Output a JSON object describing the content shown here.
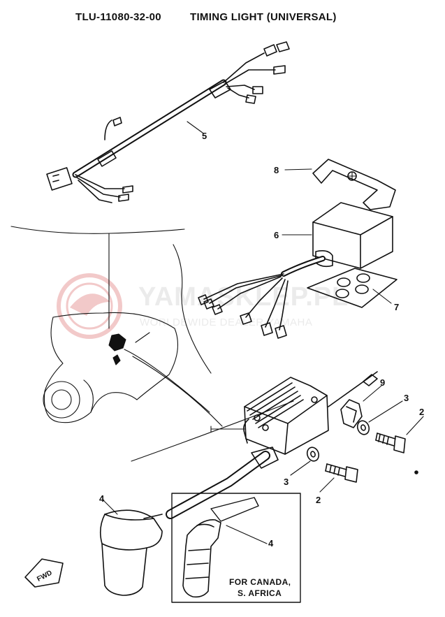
{
  "header": {
    "part_number": "TLU-11080-32-00",
    "title": "TIMING LIGHT (UNIVERSAL)"
  },
  "callouts": {
    "c1_wire_harness": "5",
    "c2_bracket": "8",
    "c3_control_unit": "6",
    "c4_plate": "7",
    "c5_clamp": "9",
    "c6_washer_upper": "3",
    "c7_bolt_upper": "2",
    "c8_washer_lower": "3",
    "c9_bolt_lower": "2",
    "c10_plug_cap": "4",
    "c11_plug_cap_alt": "4"
  },
  "inset_note": {
    "line1": "FOR CANADA,",
    "line2": "S. AFRICA"
  },
  "fwd_label": "FWD",
  "watermark": {
    "brand": "YAMASKLEP.PL",
    "subtitle": "WORLDEWIDE DEALER YAMAHA"
  },
  "colors": {
    "ink": "#111111",
    "watermark": "#e8e8e8",
    "watermark_logo": "#f2c9c9"
  }
}
